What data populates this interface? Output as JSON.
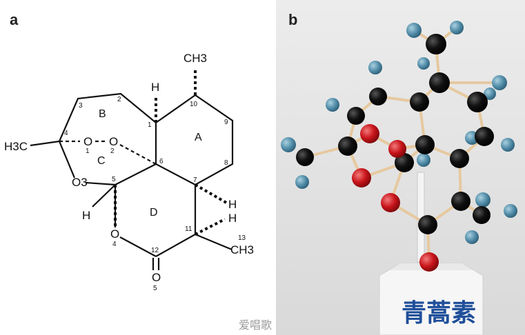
{
  "panels": {
    "a": {
      "label": "a"
    },
    "b": {
      "label": "b"
    }
  },
  "rings": {
    "A": "A",
    "B": "B",
    "C": "C",
    "D": "D"
  },
  "atoms": {
    "ch3_top": "CH3",
    "h_top": "H",
    "h3c_left": "H3C",
    "o1": "O",
    "o2": "O",
    "o3": "O3",
    "o4": "O",
    "o5": "O",
    "h_c5": "H",
    "h_c7": "H",
    "h_c11": "H",
    "ch3_right": "CH3"
  },
  "numbers": {
    "n1": "1",
    "n2": "2",
    "n3": "3",
    "n4": "4",
    "n5": "5",
    "n6": "6",
    "n7": "7",
    "n8": "8",
    "n9": "9",
    "n10": "10",
    "n11": "11",
    "n12": "12",
    "n13": "13",
    "o1num": "1",
    "o2num": "2",
    "o4num": "4",
    "o5num": "5"
  },
  "model_label": "青蒿素",
  "watermark": "爱唱歌",
  "colors": {
    "carbon": "#111111",
    "hydrogen": "#4f8aa6",
    "oxygen": "#c8151b",
    "stick": "#e6c9a0",
    "label_blue": "#1f4f9a"
  }
}
